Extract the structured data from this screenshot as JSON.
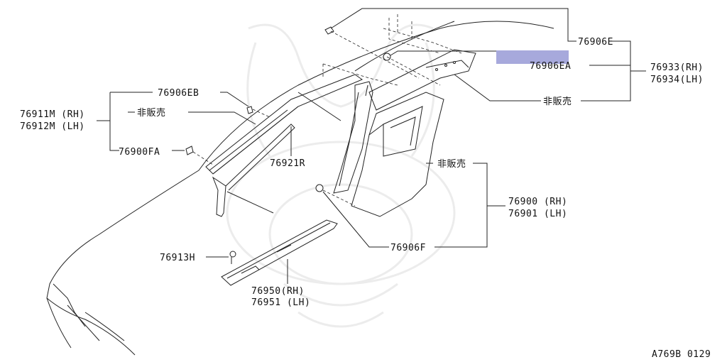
{
  "diagram": {
    "labels": {
      "p76906E": "76906E",
      "p76906EA": "76906EA",
      "p76933": "76933(RH)",
      "p76934": "76934(LH)",
      "hihanbai_top": "非販売",
      "p76906EB": "76906EB",
      "p76911M": "76911M (RH)",
      "p76912M": "76912M (LH)",
      "hihanbai_left": "非販売",
      "p76900FA": "76900FA",
      "p76921R": "76921R",
      "hihanbai_mid": "非販売",
      "p76900": "76900 (RH)",
      "p76901": "76901 (LH)",
      "p76906F": "76906F",
      "p76913H": "76913H",
      "p76950": "76950(RH)",
      "p76951": "76951 (LH)",
      "ref": "A769B 0129"
    },
    "highlight_color": "#a7a9dc",
    "line_color": "#222222"
  }
}
